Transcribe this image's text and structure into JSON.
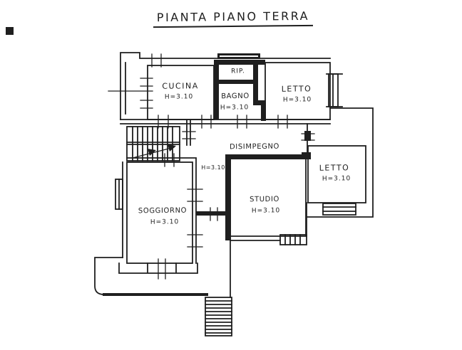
{
  "title": "PIANTA PIANO TERRA",
  "colors": {
    "ink": "#1f1f1f",
    "paper": "#ffffff"
  },
  "rooms": {
    "cucina": {
      "name": "CUCINA",
      "height": "H=3.10"
    },
    "rip": {
      "name": "RIP."
    },
    "bagno": {
      "name": "BAGNO",
      "height": "H=3.10"
    },
    "letto_nord": {
      "name": "LETTO",
      "height": "H=3.10"
    },
    "disimpegno": {
      "name": "DISIMPEGNO"
    },
    "corridoio": {
      "height": "H=3.10"
    },
    "letto_est": {
      "name": "LETTO",
      "height": "H=3.10"
    },
    "soggiorno": {
      "name": "SOGGIORNO",
      "height": "H=3.10"
    },
    "studio": {
      "name": "STUDIO",
      "height": "H=3.10"
    }
  }
}
